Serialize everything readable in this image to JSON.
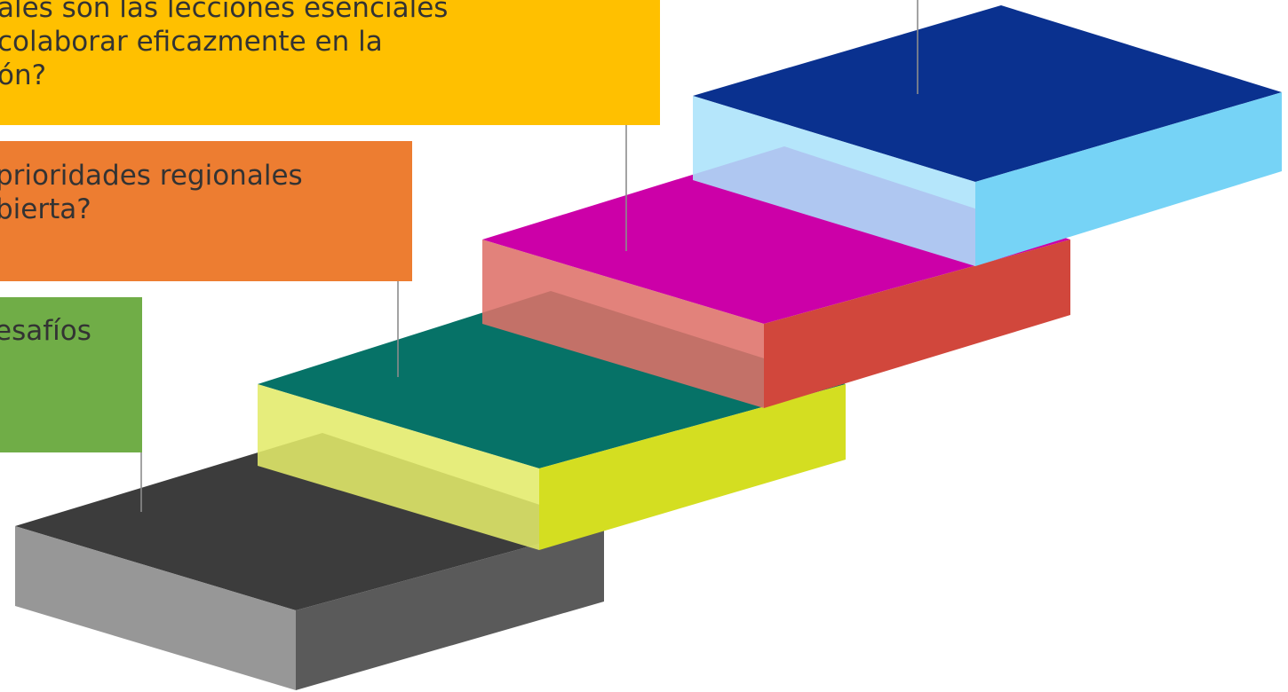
{
  "callouts": [
    {
      "text": "esafíos",
      "color": "#70AD47"
    },
    {
      "text": "prioridades regionales\nbierta?",
      "color": "#ED7D31"
    },
    {
      "text": "ales son las lecciones esenciales\n colaborar eficazmente en la\nón?",
      "color": "#FFC000"
    }
  ],
  "steps": [
    {
      "name": "step-1",
      "top": "#3C3C3C",
      "left": "#979797",
      "right": "#5A5A5A"
    },
    {
      "name": "step-2",
      "top": "#067267",
      "left": "#E2EA6A",
      "right": "#D4DE21"
    },
    {
      "name": "step-3",
      "top": "#CC00A8",
      "left": "#DE7169",
      "right": "#D1473C"
    },
    {
      "name": "step-4",
      "top": "#0A318F",
      "left": "#ABE3FA",
      "right": "#76D3F6"
    }
  ],
  "connector_color": "#8C8C8C"
}
